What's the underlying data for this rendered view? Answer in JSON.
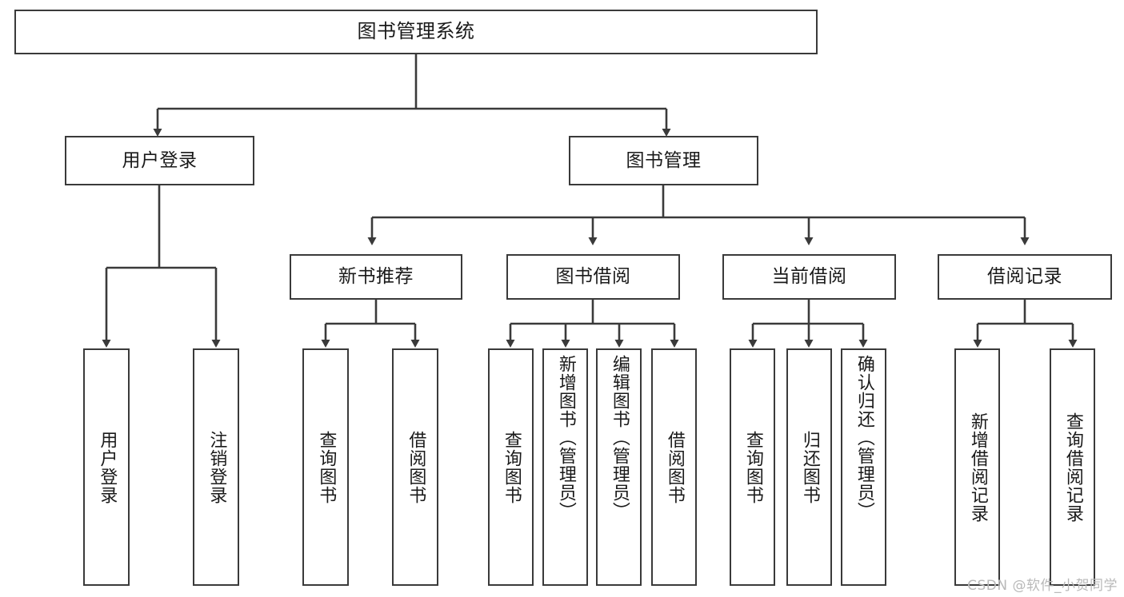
{
  "diagram": {
    "title": "图书管理系统",
    "type": "tree",
    "colors": {
      "stroke": "#3a3a3a",
      "fill": "#ffffff",
      "text": "#1a1a1a",
      "watermark": "#b9b9b9"
    }
  },
  "nodes": {
    "root": {
      "label": "图书管理系统"
    },
    "level2": [
      {
        "id": "user-login",
        "label": "用户登录"
      },
      {
        "id": "book-manage",
        "label": "图书管理"
      }
    ],
    "level3": [
      {
        "id": "new-book-recommend",
        "label": "新书推荐"
      },
      {
        "id": "book-borrow",
        "label": "图书借阅"
      },
      {
        "id": "current-borrow",
        "label": "当前借阅"
      },
      {
        "id": "borrow-record",
        "label": "借阅记录"
      }
    ],
    "leaves": {
      "user-login": [
        {
          "id": "leaf-user-login",
          "label": "用户登录"
        },
        {
          "id": "leaf-logout-login",
          "label": "注销登录"
        }
      ],
      "new-book-recommend": [
        {
          "id": "leaf-query-book-1",
          "label": "查询图书"
        },
        {
          "id": "leaf-borrow-book-1",
          "label": "借阅图书"
        }
      ],
      "book-borrow": [
        {
          "id": "leaf-query-book-2",
          "label": "查询图书"
        },
        {
          "id": "leaf-add-book",
          "label": "新增图书（管理员）"
        },
        {
          "id": "leaf-edit-book",
          "label": "编辑图书（管理员）"
        },
        {
          "id": "leaf-borrow-book-2",
          "label": "借阅图书"
        }
      ],
      "current-borrow": [
        {
          "id": "leaf-query-book-3",
          "label": "查询图书"
        },
        {
          "id": "leaf-return-book",
          "label": "归还图书"
        },
        {
          "id": "leaf-confirm-return",
          "label": "确认归还（管理员）"
        }
      ],
      "borrow-record": [
        {
          "id": "leaf-add-record",
          "label": "新增借阅记录"
        },
        {
          "id": "leaf-query-record",
          "label": "查询借阅记录"
        }
      ]
    }
  },
  "watermark": {
    "text": "CSDN @软件_小贺同学"
  }
}
